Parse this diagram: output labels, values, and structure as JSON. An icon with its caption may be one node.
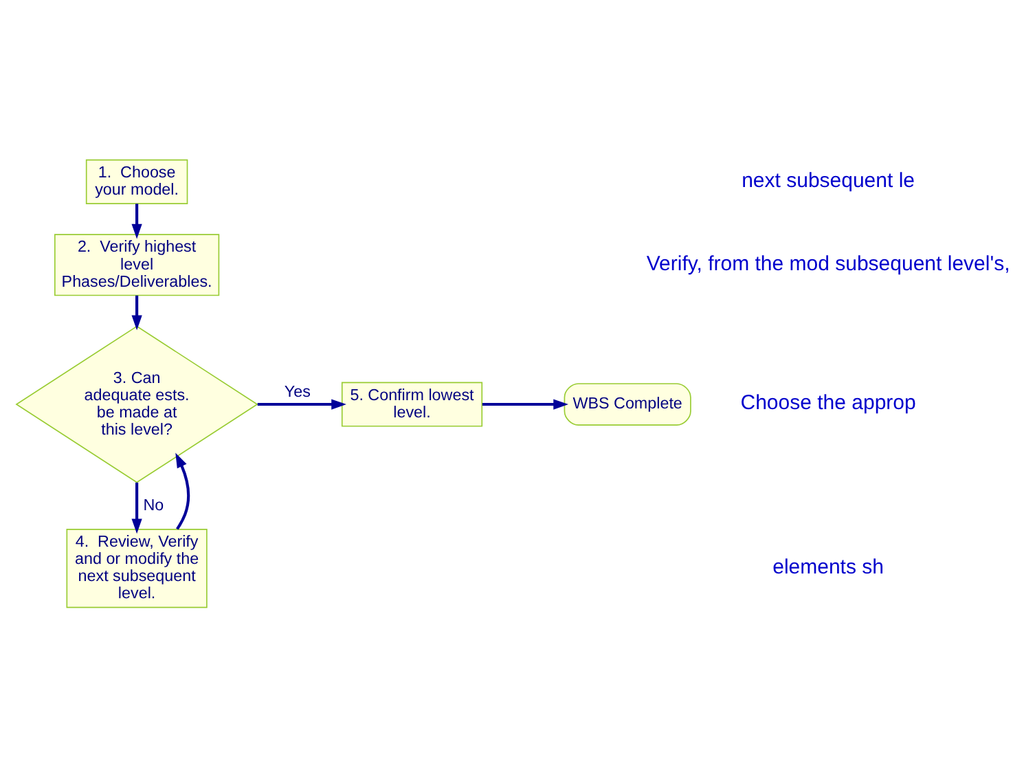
{
  "diagram": {
    "nodes": [
      {
        "text": [
          "1.  Choose your model."
        ]
      },
      {
        "text": [
          "2.  Verify highest level Phases/Deliverables."
        ]
      },
      {
        "text": [
          "3. Can adequate ests. be made at this level?"
        ]
      },
      {
        "text": [
          "5. Confirm lowest level."
        ]
      },
      {
        "text": [
          "WBS Complete"
        ]
      },
      {
        "text": [
          "4.  Review, Verify and or modify the next subsequent level."
        ]
      }
    ],
    "edges": [
      {
        "from": 0,
        "to": 1,
        "arrow": "to"
      },
      {
        "from": 1,
        "to": 2,
        "arrow": "to"
      },
      {
        "from": 2,
        "to": 3,
        "arrow": "to",
        "label": "Yes"
      },
      {
        "from": 3,
        "to": 4,
        "arrow": "to"
      },
      {
        "from": 2,
        "to": 5,
        "arrow": "to",
        "label": "No"
      },
      {
        "from": 5,
        "to": 2,
        "arrow": "to"
      }
    ],
    "labels": [
      "next subsequent le",
      "Verify, from the mod subsequent level's,",
      "Choose the approp",
      "elements sh"
    ]
  }
}
